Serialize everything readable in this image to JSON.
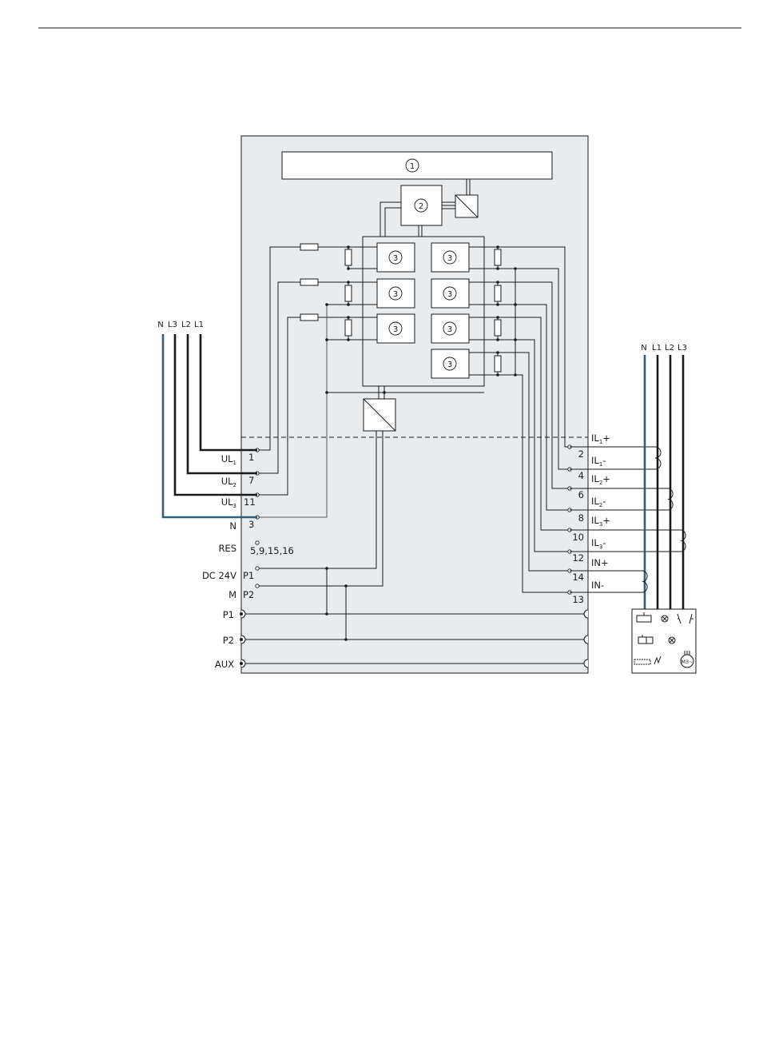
{
  "callouts": {
    "c1": "1",
    "c2": "2",
    "c3": "3"
  },
  "left_supply": {
    "phases": [
      "N",
      "L3",
      "L2",
      "L1"
    ],
    "color_n": "#2d5f7a",
    "color_l": "#1a1a1a"
  },
  "right_supply": {
    "phases": [
      "N",
      "L1",
      "L2",
      "L3"
    ]
  },
  "left_terminals": [
    {
      "name": "UL",
      "sub": "1",
      "num": "1"
    },
    {
      "name": "UL",
      "sub": "2",
      "num": "7"
    },
    {
      "name": "UL",
      "sub": "3",
      "num": "11"
    },
    {
      "name": "N",
      "sub": "",
      "num": "3"
    },
    {
      "name": "RES",
      "sub": "",
      "num": "5,9,15,16"
    },
    {
      "name": "DC 24V",
      "sub": "",
      "num": "P1"
    },
    {
      "name": "M",
      "sub": "",
      "num": "P2"
    }
  ],
  "bus_terminals": [
    "P1",
    "P2",
    "AUX"
  ],
  "right_terminals": [
    {
      "name": "IL",
      "sub": "1",
      "suffix": "+",
      "num": "2"
    },
    {
      "name": "IL",
      "sub": "1",
      "suffix": "-",
      "num": "4"
    },
    {
      "name": "IL",
      "sub": "2",
      "suffix": "+",
      "num": "6"
    },
    {
      "name": "IL",
      "sub": "2",
      "suffix": "-",
      "num": "8"
    },
    {
      "name": "IL",
      "sub": "3",
      "suffix": "+",
      "num": "10"
    },
    {
      "name": "IL",
      "sub": "3",
      "suffix": "-",
      "num": "12"
    },
    {
      "name": "IN",
      "sub": "",
      "suffix": "+",
      "num": "14"
    },
    {
      "name": "IN",
      "sub": "",
      "suffix": "-",
      "num": "13"
    }
  ],
  "load_symbols": {
    "motor_label": "M3~"
  }
}
